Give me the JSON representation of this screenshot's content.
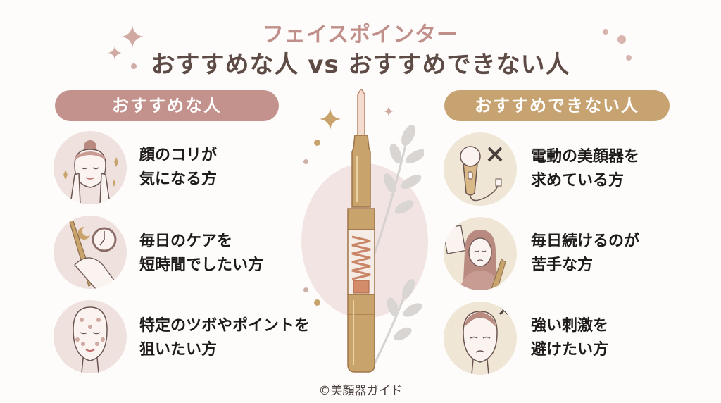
{
  "header": {
    "title": "フェイスポインター",
    "subtitle": "おすすめな人 vs おすすめできない人"
  },
  "left": {
    "label": "おすすめな人",
    "color": "#c3928c",
    "items": [
      {
        "icon": "woman-massaging-face-icon",
        "line1": "顔のコリが",
        "line2": "気になる方"
      },
      {
        "icon": "pointer-in-hand-clock-moon-icon",
        "line1": "毎日のケアを",
        "line2": "短時間でしたい方"
      },
      {
        "icon": "face-pressure-points-icon",
        "line1": "特定のツボやポイントを",
        "line2": "狙いたい方"
      }
    ]
  },
  "right": {
    "label": "おすすめできない人",
    "color": "#c7a371",
    "items": [
      {
        "icon": "electric-facial-device-cross-icon",
        "line1": "電動の美顔器を",
        "line2": "求めている方"
      },
      {
        "icon": "tired-woman-checklist-icon",
        "line1": "毎日続けるのが",
        "line2": "苦手な方"
      },
      {
        "icon": "irritated-face-cross-icon",
        "line1": "強い刺激を",
        "line2": "避けたい方"
      }
    ]
  },
  "center": {
    "icon": "face-pointer-device-icon"
  },
  "footer": {
    "credit": "©美顔器ガイド"
  }
}
